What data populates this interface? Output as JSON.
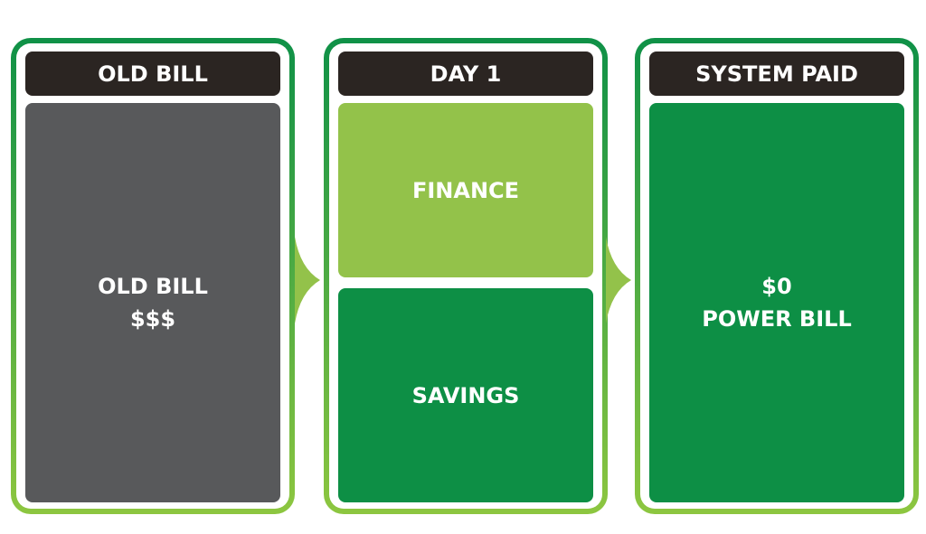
{
  "colors": {
    "border_top": "#0f9147",
    "border_bottom": "#8dc640",
    "header": "#2b2522",
    "old_bill": "#58595b",
    "finance": "#93c24a",
    "savings": "#0d8f45",
    "system_paid": "#0d8f45"
  },
  "panels": [
    {
      "header": "OLD BILL",
      "boxes": [
        {
          "line1": "OLD BILL",
          "line2": "$$$"
        }
      ]
    },
    {
      "header": "DAY 1",
      "boxes": [
        {
          "line1": "FINANCE"
        },
        {
          "line1": "SAVINGS"
        }
      ]
    },
    {
      "header": "SYSTEM PAID",
      "boxes": [
        {
          "line1": "$0",
          "line2": "POWER BILL"
        }
      ]
    }
  ]
}
